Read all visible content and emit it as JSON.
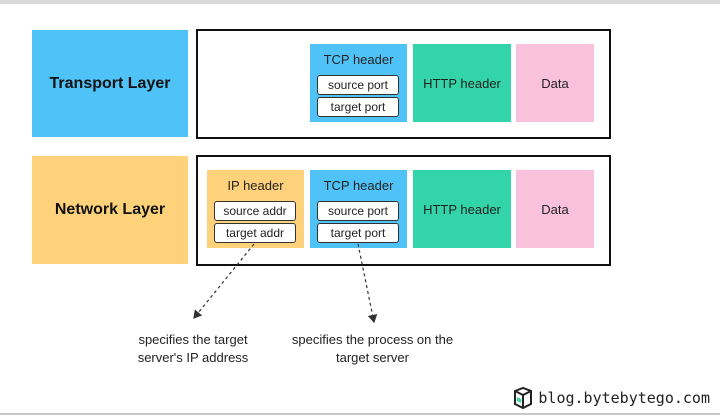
{
  "transport": {
    "label": "Transport Layer",
    "tcp": {
      "title": "TCP header",
      "fields": [
        "source port",
        "target port"
      ]
    },
    "http": "HTTP header",
    "data": "Data"
  },
  "network": {
    "label": "Network Layer",
    "ip": {
      "title": "IP header",
      "fields": [
        "source addr",
        "target addr"
      ]
    },
    "tcp": {
      "title": "TCP header",
      "fields": [
        "source port",
        "target port"
      ]
    },
    "http": "HTTP header",
    "data": "Data"
  },
  "notes": {
    "ip": "specifies the target server's IP address",
    "port": "specifies the process on the target server"
  },
  "brand": {
    "text": "blog.bytebytego.com",
    "icon": "bytebytego-logo-icon"
  },
  "colors": {
    "transport_label": "#4fc3f7",
    "network_label": "#fed27a",
    "tcp": "#4fc3f7",
    "ip": "#fed27a",
    "http": "#33d4aa",
    "data": "#f9c1dc"
  }
}
